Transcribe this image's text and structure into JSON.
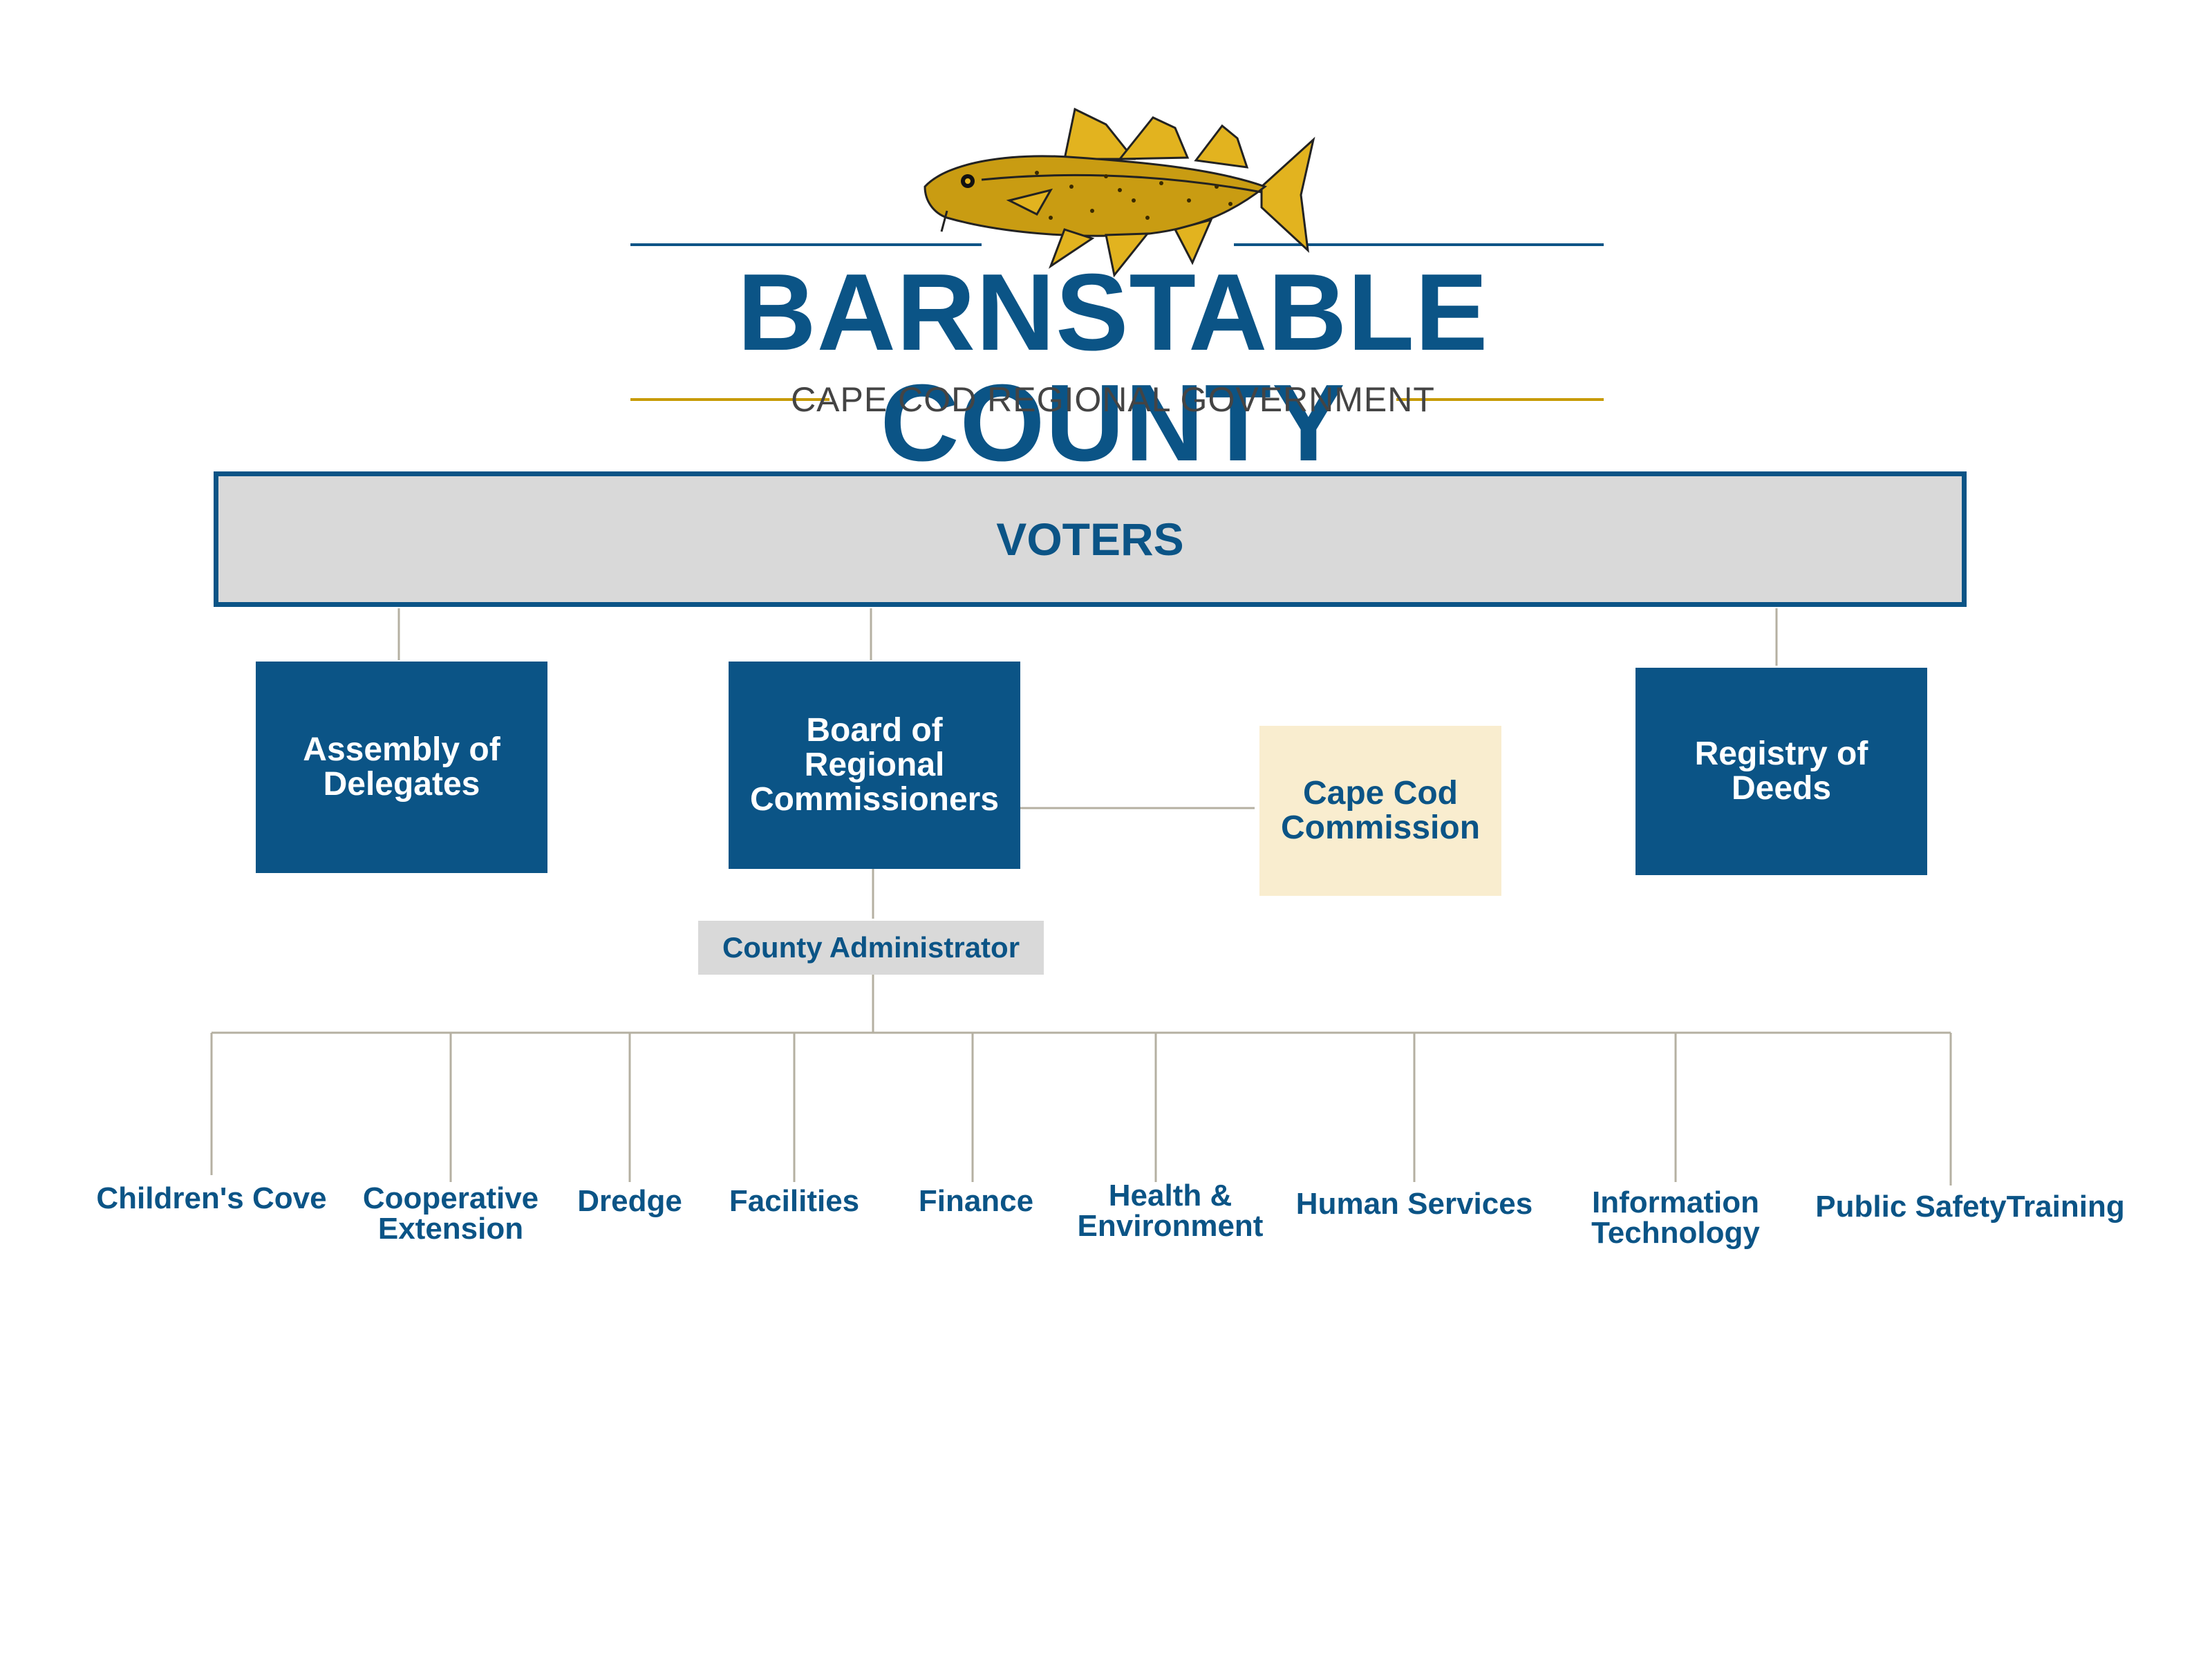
{
  "logo": {
    "title": "BARNSTABLE COUNTY",
    "subtitle": "CAPE COD REGIONAL GOVERNMENT",
    "emblem_icon": "codfish-icon",
    "colors": {
      "navy": "#0b5486",
      "gold": "#c79a00",
      "grey_text": "#444444"
    }
  },
  "voters": {
    "label": "VOTERS",
    "fill": "#d9d9d9",
    "border": "#0b5486"
  },
  "top_units": [
    {
      "lines": [
        "Assembly of",
        "Delegates"
      ]
    },
    {
      "lines": [
        "Board of",
        "Regional",
        "Commissioners"
      ]
    },
    {
      "lines": [
        "Registry of",
        "Deeds"
      ]
    }
  ],
  "cape_cod_commission": {
    "lines": [
      "Cape Cod",
      "Commission"
    ],
    "fill": "#f9edcf"
  },
  "county_administrator": {
    "label": "County Administrator",
    "fill": "#d9d9d9"
  },
  "departments": [
    {
      "lines": [
        "Children's Cove"
      ]
    },
    {
      "lines": [
        "Cooperative",
        "Extension"
      ]
    },
    {
      "lines": [
        "Dredge"
      ]
    },
    {
      "lines": [
        "Facilities"
      ]
    },
    {
      "lines": [
        "Finance"
      ]
    },
    {
      "lines": [
        "Health &",
        "Environment"
      ]
    },
    {
      "lines": [
        "Human Services"
      ]
    },
    {
      "lines": [
        "Information",
        "Technology"
      ]
    },
    {
      "lines": [
        "Public SafetyTraining"
      ]
    }
  ],
  "connector_color": "#b5b0a2"
}
